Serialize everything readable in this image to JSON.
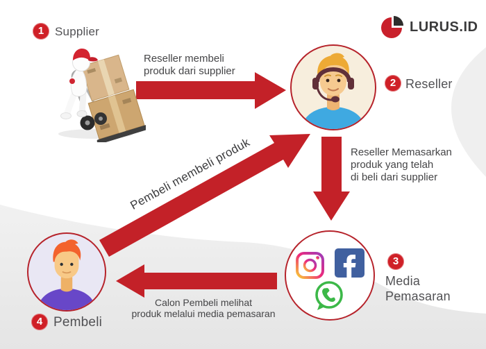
{
  "title": "Reseller flow diagram",
  "logo": {
    "text": "LURUS.ID",
    "icon": "pie-chart-icon"
  },
  "nodes": [
    {
      "id": "supplier",
      "number": "1",
      "label": "Supplier"
    },
    {
      "id": "reseller",
      "number": "2",
      "label": "Reseller"
    },
    {
      "id": "media",
      "number": "3",
      "label_line1": "Media",
      "label_line2": "Pemasaran"
    },
    {
      "id": "pembeli",
      "number": "4",
      "label": "Pembeli"
    }
  ],
  "flows": {
    "supplier_to_reseller": {
      "line1": "Reseller membeli",
      "line2": "produk dari supplier"
    },
    "reseller_to_media": {
      "line1": "Reseller Memasarkan",
      "line2": "produk yang telah",
      "line3": "di beli dari supplier"
    },
    "media_to_pembeli": {
      "line1": "Calon Pembeli melihat",
      "line2": "produk melalui media pemasaran"
    },
    "pembeli_to_reseller": {
      "label": "Pembeli membeli produk"
    }
  },
  "media_icons": [
    "instagram-icon",
    "facebook-icon",
    "whatsapp-icon"
  ],
  "colors": {
    "arrow_red": "#c32128",
    "badge_red": "#cf2027",
    "ring_red": "#b6232b",
    "text_dark": "#4b4b4d",
    "background_gray": "#ebebeb",
    "logo_red": "#c9202b",
    "logo_dark": "#2e2d2c",
    "facebook_blue": "#40609f",
    "whatsapp_green": "#3cb848",
    "instagram_gradient": [
      "#f9ce34",
      "#ee2a7b",
      "#9c3dbb"
    ],
    "reseller_avatar_bg": "#f7eedd",
    "reseller_shirt_blue": "#3fa9e1",
    "pembeli_avatar_bg": "#e9e7f4",
    "pembeli_shirt_purple": "#6847c8"
  }
}
